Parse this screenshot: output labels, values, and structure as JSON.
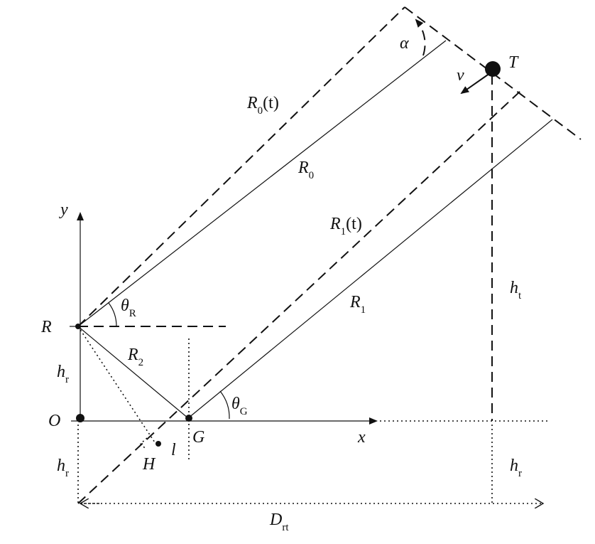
{
  "labels": {
    "R0t_main": "R",
    "R0t_sub": "0",
    "R0t_suffix": "(t)",
    "R0_main": "R",
    "R0_sub": "0",
    "R1t_main": "R",
    "R1t_sub": "1",
    "R1t_suffix": "(t)",
    "R1_main": "R",
    "R1_sub": "1",
    "R2_main": "R",
    "R2_sub": "2",
    "alpha": "α",
    "T": "T",
    "v": "v",
    "y_axis": "y",
    "x_axis": "x",
    "R_point": "R",
    "O_point": "O",
    "G_point": "G",
    "H_point": "H",
    "l": "l",
    "thetaR_main": "θ",
    "thetaR_sub": "R",
    "thetaG_main": "θ",
    "thetaG_sub": "G",
    "hr_upper_main": "h",
    "hr_upper_sub": "r",
    "hr_lower_main": "h",
    "hr_lower_sub": "r",
    "hr_right_main": "h",
    "hr_right_sub": "r",
    "ht_main": "h",
    "ht_sub": "t",
    "Drt_main": "D",
    "Drt_sub": "rt"
  }
}
